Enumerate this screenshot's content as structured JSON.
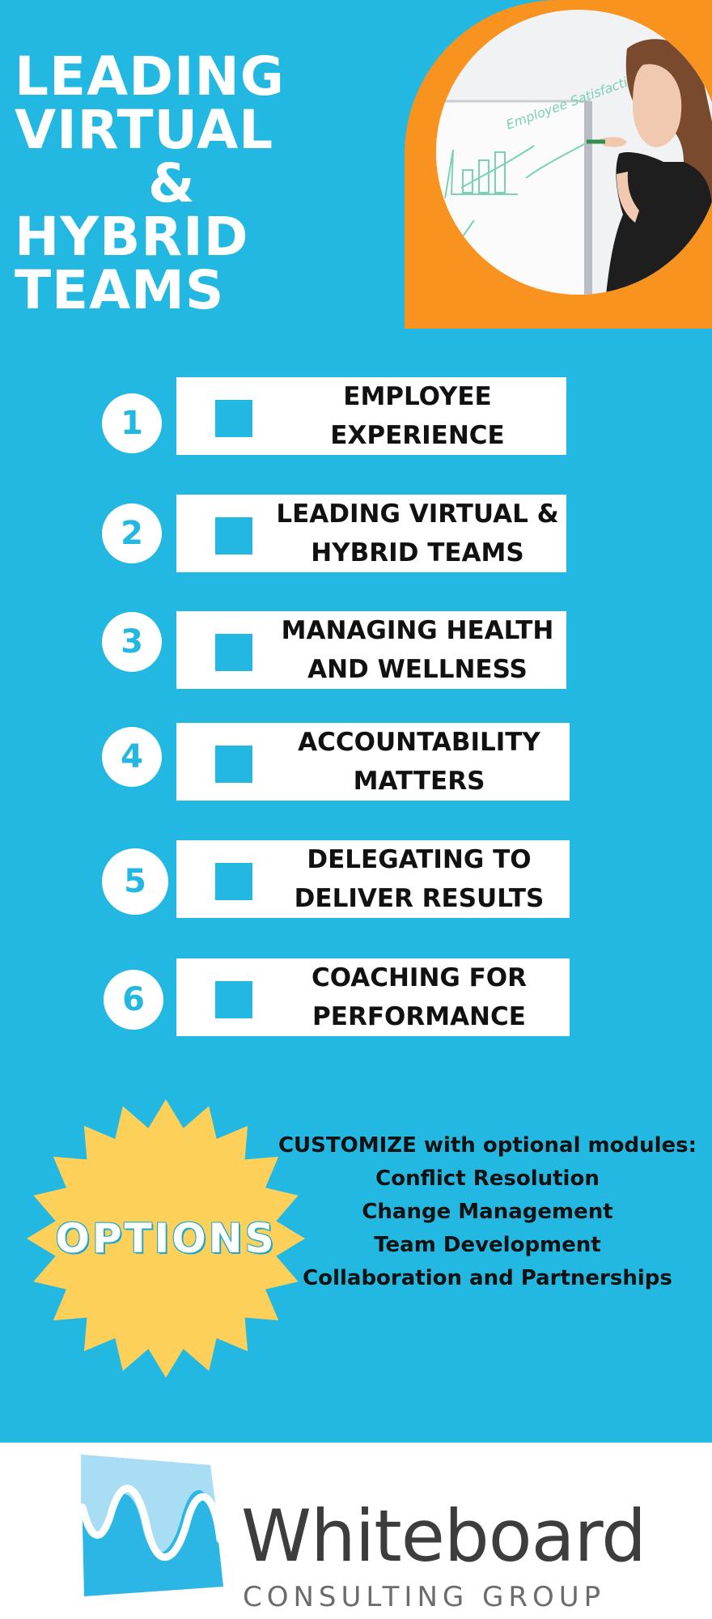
{
  "title": {
    "line1": "LEADING",
    "line2": "VIRTUAL",
    "line3": "&",
    "line4": "HYBRID",
    "line5": "TEAMS"
  },
  "photo": {
    "board_text": "Employee Satisfaction",
    "accent_color": "#f7931e"
  },
  "items": [
    {
      "number": "1",
      "line1": "EMPLOYEE",
      "line2": "EXPERIENCE"
    },
    {
      "number": "2",
      "line1": "LEADING VIRTUAL &",
      "line2": "HYBRID TEAMS"
    },
    {
      "number": "3",
      "line1": "MANAGING HEALTH",
      "line2": "AND WELLNESS"
    },
    {
      "number": "4",
      "line1": "ACCOUNTABILITY",
      "line2": "MATTERS"
    },
    {
      "number": "5",
      "line1": "DELEGATING TO",
      "line2": "DELIVER RESULTS"
    },
    {
      "number": "6",
      "line1": "COACHING FOR",
      "line2": "PERFORMANCE"
    }
  ],
  "options": {
    "badge": "OPTIONS",
    "badge_color": "#fdd05a",
    "heading": "CUSTOMIZE with optional modules:",
    "modules": [
      "Conflict Resolution",
      "Change Management",
      "Team Development",
      "Collaboration and Partnerships"
    ]
  },
  "footer": {
    "brand": "Whiteboard",
    "tagline": "CONSULTING GROUP",
    "logo_icon": "wave-logo-icon"
  },
  "colors": {
    "background": "#23b8e2",
    "white": "#ffffff",
    "text": "#111111"
  }
}
